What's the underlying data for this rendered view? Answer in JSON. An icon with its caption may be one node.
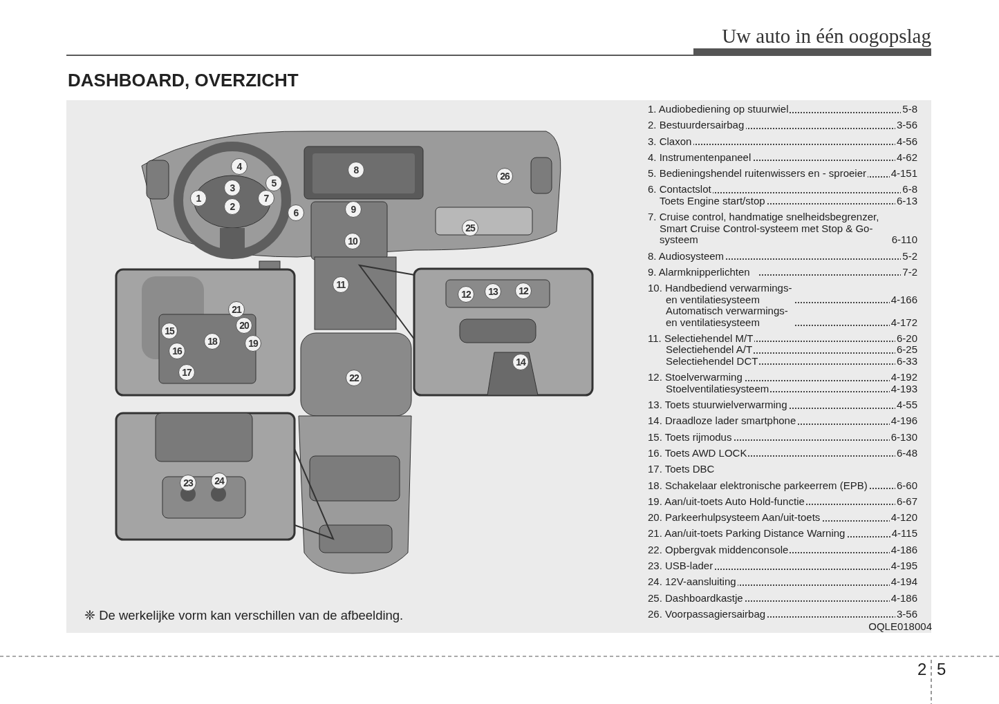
{
  "diagram": {
    "title": "DASHBOARD, OVERZICHT",
    "labels": [
      "Uw auto in één oogopslag",
      "1",
      "2",
      "3",
      "4",
      "5",
      "6",
      "7",
      "8",
      "9",
      "10",
      "11",
      "12",
      "13",
      "12",
      "14",
      "15",
      "16",
      "17",
      "18",
      "19",
      "20",
      "21",
      "22",
      "23",
      "24",
      "25",
      "26",
      "1. Audiobediening op stuurwiel",
      "5-8",
      "2. Bestuurdersairbag",
      "3-56",
      "3. Claxon",
      "4-56",
      "4. Instrumentenpaneel",
      "4-62",
      "5. Bedieningshendel ruitenwissers en - sproeier",
      "4-151",
      "6. Contactslot",
      "6-8",
      "Toets Engine start/stop",
      "6-13",
      "7. Cruise control, handmatige snelheidsbegrenzer, Smart Cruise Control-systeem met Stop & Go-systeem",
      "6-110",
      "8. Audiosysteem",
      "5-2",
      "9. Alarmknipperlichten",
      "7-2",
      "10. Handbediend verwarmings- en ventilatiesysteem",
      "4-166",
      "Automatisch verwarmings- en ventilatiesysteem",
      "4-172",
      "11. Selectiehendel M/T",
      "6-20",
      "Selectiehendel A/T",
      "6-25",
      "Selectiehendel DCT",
      "6-33",
      "12. Stoelverwarming",
      "4-192",
      "Stoelventilatiesysteem",
      "4-193",
      "13. Toets stuurwielverwarming",
      "4-55",
      "14. Draadloze lader smartphone",
      "4-196",
      "15. Toets rijmodus",
      "6-130",
      "16. Toets AWD LOCK",
      "6-48",
      "17. Toets DBC",
      "18. Schakelaar elektronische parkeerrem (EPB)",
      "6-60",
      "19. Aan/uit-toets Auto Hold-functie",
      "6-67",
      "20. Parkeerhulpsysteem Aan/uit-toets",
      "4-120",
      "21. Aan/uit-toets Parking Distance Warning",
      "4-115",
      "22. Opbergvak middenconsole",
      "4-186",
      "23. USB-lader",
      "4-195",
      "24. 12V-aansluiting",
      "4-194",
      "25. Dashboardkastje",
      "4-186",
      "26. Voorpassagiersairbag",
      "3-56",
      "❈ De werkelijke vorm kan verschillen van de afbeelding.",
      "OQLE018004",
      "2",
      "5"
    ]
  }
}
